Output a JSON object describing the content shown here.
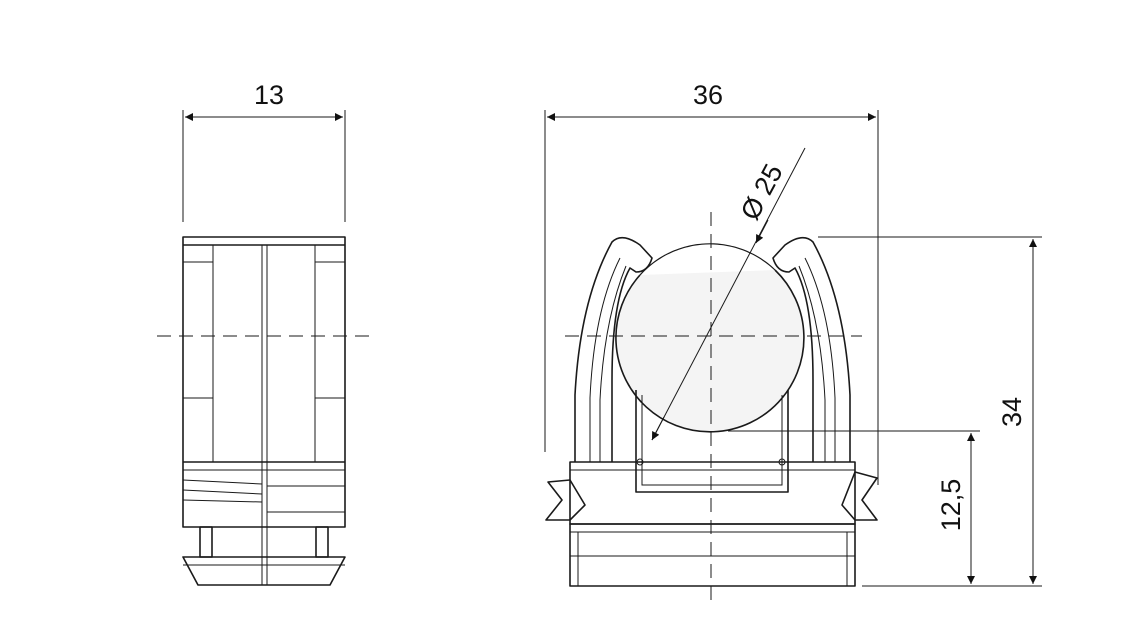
{
  "dimensions": {
    "side_width": "13",
    "front_width": "36",
    "diameter": "Ø 25",
    "total_height": "34",
    "axis_height": "12,5"
  }
}
